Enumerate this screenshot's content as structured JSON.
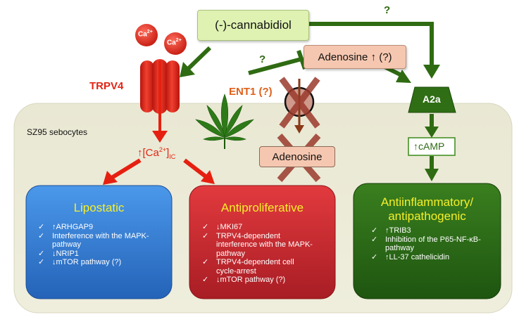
{
  "diagram": {
    "cannabidiol": "(-)-cannabidiol",
    "adenosine_up": "Adenosine ↑ (?)",
    "question_mark_top": "?",
    "question_mark_left": "?",
    "ca_ion": "Ca",
    "ca_charge": "2+",
    "trpv4": "TRPV4",
    "ent1": "ENT1 (?)",
    "a2a": "A2a",
    "camp": "↑cAMP",
    "sebocytes": "SZ95 sebocytes",
    "ca_ic_prefix": "↑[Ca",
    "ca_ic_charge": "2+",
    "ca_ic_suffix": "]",
    "ca_ic_sub": "IC",
    "adenosine_lower": "Adenosine",
    "check": "✓"
  },
  "boxes": {
    "lipostatic": {
      "title": "Lipostatic",
      "items": [
        "↑ARHGAP9",
        "Interference with the MAPK-pathway",
        "↓NRIP1",
        "↓mTOR pathway (?)"
      ]
    },
    "antiproliferative": {
      "title": "Antiproliferative",
      "items": [
        "↓MKI67",
        "TRPV4-dependent interference with the MAPK-pathway",
        "TRPV4-dependent cell cycle-arrest",
        "↓mTOR pathway (?)"
      ]
    },
    "antiinflammatory": {
      "title_line1": "Antiinflammatory/",
      "title_line2": "antipathogenic",
      "items": [
        "↑TRIB3",
        "Inhibition of the P65-NF-κB-pathway",
        "↑LL-37 cathelicidin"
      ]
    }
  },
  "colors": {
    "cell_bg": "#ecebd9",
    "cbd_box": "#dff2b2",
    "adenosine_box": "#f6c7b0",
    "green_arrow": "#2f6b12",
    "red_arrow": "#e62010",
    "trpv4_red": "#e02515",
    "x_mark": "#9b3a2c",
    "lipostatic_blue": "#2f7fd6",
    "antiprolif_red": "#cf2a30",
    "antiinfl_green": "#2c6a14",
    "title_yellow": "#f5ef2a"
  }
}
